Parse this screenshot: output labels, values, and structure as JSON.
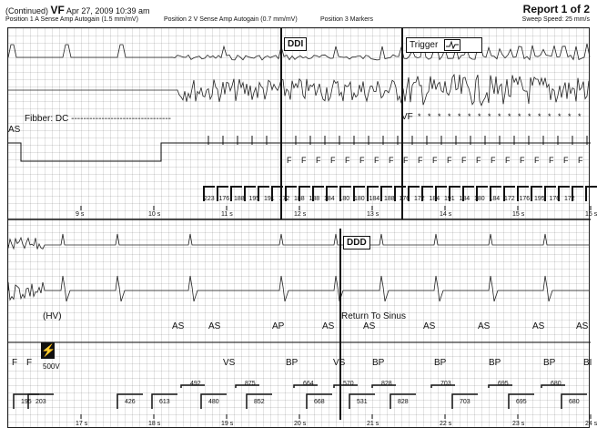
{
  "header": {
    "prefix": "(Continued)",
    "rhythm": "VF",
    "datetime": "Apr 27, 2009 10:39 am",
    "report": "Report 1 of 2",
    "position1": "Position 1  A Sense Amp  Autogain (1.5 mm/mV)",
    "position2": "Position 2  V Sense Amp  Autogain (0.7 mm/mV)",
    "position3": "Position 3  Markers",
    "sweep": "Sweep Speed: 25 mm/s"
  },
  "strip1": {
    "mode_box": "DDI",
    "trigger_box": "Trigger",
    "fibber_label": "Fibber: DC ---------------------------------",
    "as_label": "AS",
    "vf_label": "VF",
    "time_labels": [
      "9 s",
      "10 s",
      "11 s",
      "12 s",
      "13 s",
      "14 s",
      "15 s",
      "16 s"
    ],
    "intervals": [
      "223",
      "176",
      "188",
      "195",
      "191",
      "172",
      "188",
      "188",
      "184",
      "180",
      "180",
      "184",
      "188",
      "176",
      "172",
      "184",
      "191",
      "184",
      "180",
      "184",
      "172",
      "176",
      "195",
      "176",
      "172"
    ]
  },
  "strip2": {
    "mode_box": "DDD",
    "hv_label": "(HV)",
    "return_label": "Return To Sinus",
    "shock_label": "500V",
    "marker_row1": [
      {
        "t": "AS"
      },
      {
        "t": "AS"
      },
      {
        "t": "AP"
      },
      {
        "t": "AS"
      },
      {
        "t": "AS"
      },
      {
        "t": "AS"
      },
      {
        "t": "AS"
      },
      {
        "t": "AS"
      },
      {
        "t": "AS"
      }
    ],
    "marker_row2": [
      {
        "t": "F"
      },
      {
        "t": "F"
      },
      {
        "t": "VS"
      },
      {
        "t": "BP"
      },
      {
        "t": "VS"
      },
      {
        "t": "BP"
      },
      {
        "t": "BP"
      },
      {
        "t": "BP"
      },
      {
        "t": "BP"
      },
      {
        "t": "BI"
      }
    ],
    "upper_intervals": [
      "492",
      "875",
      "664",
      "570",
      "828",
      "703",
      "695",
      "680"
    ],
    "lower_intervals": [
      "195",
      "203",
      "426",
      "613",
      "480",
      "852",
      "668",
      "531",
      "828",
      "703",
      "695",
      "680"
    ],
    "time_labels": [
      "17 s",
      "18 s",
      "19 s",
      "20 s",
      "21 s",
      "22 s",
      "23 s",
      "24 s"
    ]
  }
}
